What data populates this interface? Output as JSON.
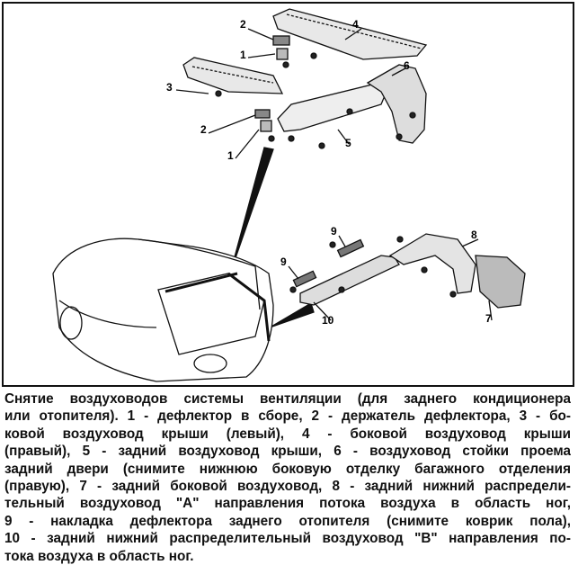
{
  "callouts": {
    "c2a": "2",
    "c4": "4",
    "c1a": "1",
    "c6": "6",
    "c3": "3",
    "c2b": "2",
    "c5": "5",
    "c1b": "1",
    "c9a": "9",
    "c8": "8",
    "c9b": "9",
    "c10": "10",
    "c7": "7"
  },
  "caption": {
    "lines": [
      "Снятие воздуховодов системы вентиляции (для заднего кондиционера",
      "или отопителя). 1 - дефлектор в сборе, 2 - держатель дефлектора, 3 - бо-",
      "ковой воздуховод крыши (левый), 4 - боковой воздуховод крыши",
      "(правый), 5 - задний воздуховод крыши, 6 - воздуховод стойки проема",
      "задний двери (снимите нижнюю боковую отделку багажного отделения",
      "(правую), 7 - задний боковой воздуховод, 8 - задний нижний распредели-",
      "тельный воздуховод \"А\" направления потока воздуха в область ног,",
      "9 - накладка дефлектора заднего отопителя (снимите коврик пола),",
      "10 - задний нижний распределительный воздуховод \"В\" направления по-",
      "тока воздуха в область ног."
    ]
  }
}
